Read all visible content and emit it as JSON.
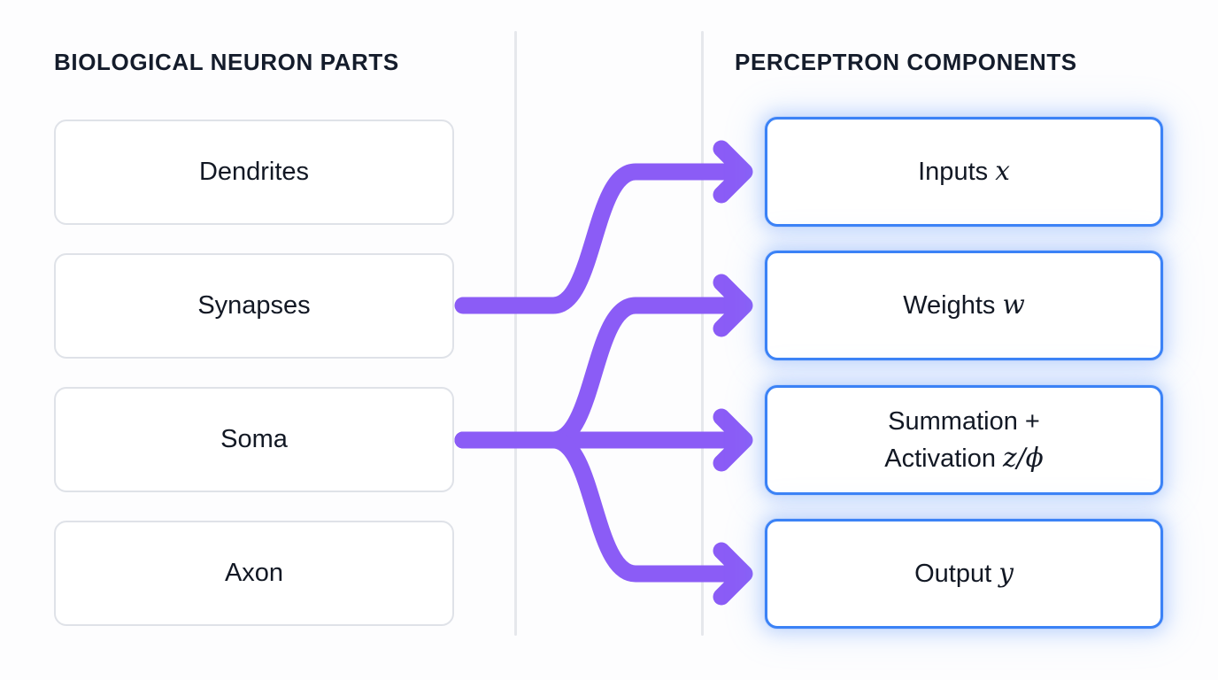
{
  "page": {
    "background": "#fdfdfe",
    "accent_blue": "#3b82f6",
    "accent_purple": "#8b5cf6",
    "card_border_gray": "#dfe2e8",
    "heading_color": "#141c2b"
  },
  "headings": {
    "left": "BIOLOGICAL NEURON PARTS",
    "right": "PERCEPTRON COMPONENTS"
  },
  "biological": {
    "items": [
      {
        "id": "dendrites",
        "label": "Dendrites"
      },
      {
        "id": "synapses",
        "label": "Synapses"
      },
      {
        "id": "soma",
        "label": "Soma"
      },
      {
        "id": "axon",
        "label": "Axon"
      }
    ]
  },
  "perceptron": {
    "items": [
      {
        "id": "inputs",
        "text": "Inputs",
        "symbol": "x",
        "line2": ""
      },
      {
        "id": "weights",
        "text": "Weights",
        "symbol": "w",
        "line2": ""
      },
      {
        "id": "summation",
        "text": "Summation +",
        "symbol": "z/ϕ",
        "line2": "Activation"
      },
      {
        "id": "output",
        "text": "Output",
        "symbol": "y",
        "line2": ""
      }
    ]
  },
  "connections": [
    {
      "from": "synapses",
      "to": "inputs",
      "style": "s-curve-up"
    },
    {
      "from": "soma",
      "to": "weights",
      "style": "s-curve-up"
    },
    {
      "from": "soma",
      "to": "summation",
      "style": "straight"
    },
    {
      "from": "soma",
      "to": "output",
      "style": "s-curve-down"
    }
  ]
}
